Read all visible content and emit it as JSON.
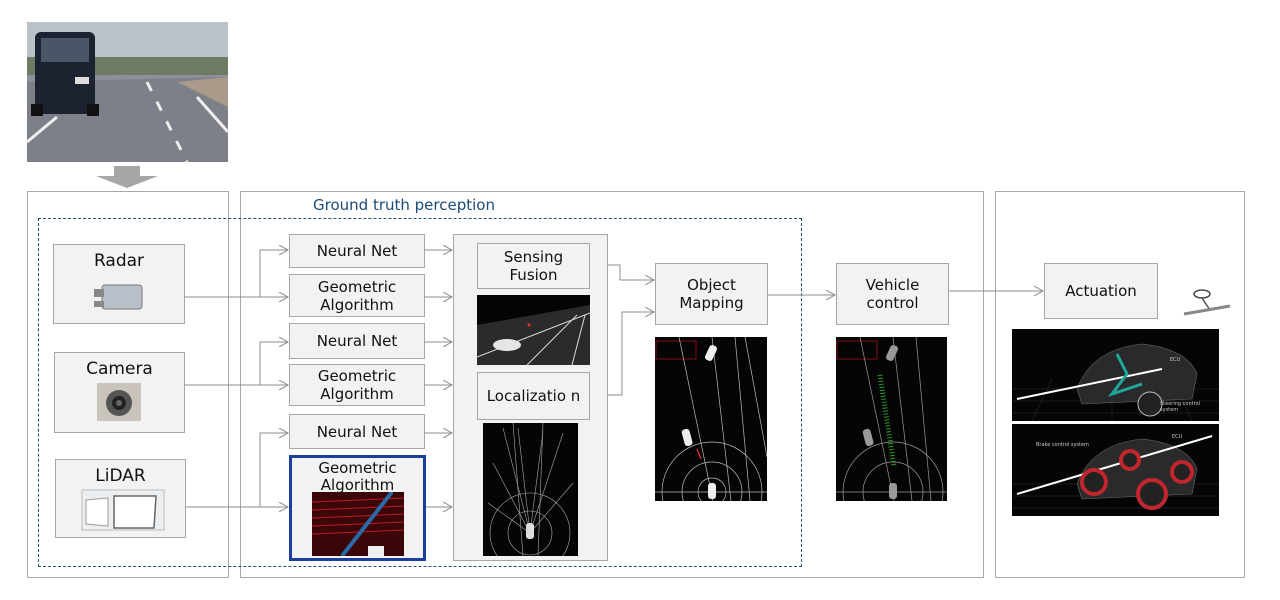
{
  "title": "Ground truth perception",
  "sensors": [
    {
      "label": "Radar"
    },
    {
      "label": "Camera"
    },
    {
      "label": "LiDAR"
    }
  ],
  "modules": [
    {
      "label": "Neural Net"
    },
    {
      "label": "Geometric Algorithm"
    },
    {
      "label": "Neural Net"
    },
    {
      "label": "Geometric Algorithm"
    },
    {
      "label": "Neural Net"
    },
    {
      "label": "Geometric Algorithm"
    }
  ],
  "fusion": {
    "sensing": "Sensing Fusion",
    "localization": "Localizatio n"
  },
  "object_mapping": "Object Mapping",
  "vehicle_control": "Vehicle control",
  "actuation": "Actuation",
  "actuation_images": {
    "ecu": "ECU",
    "steering": "Steering control system",
    "brake": "Brake control system"
  },
  "colors": {
    "accent_blue": "#1a3f9e",
    "title_blue": "#1b4a78",
    "line_gray": "#8c8c8c",
    "dashed": "#2a4d72"
  }
}
